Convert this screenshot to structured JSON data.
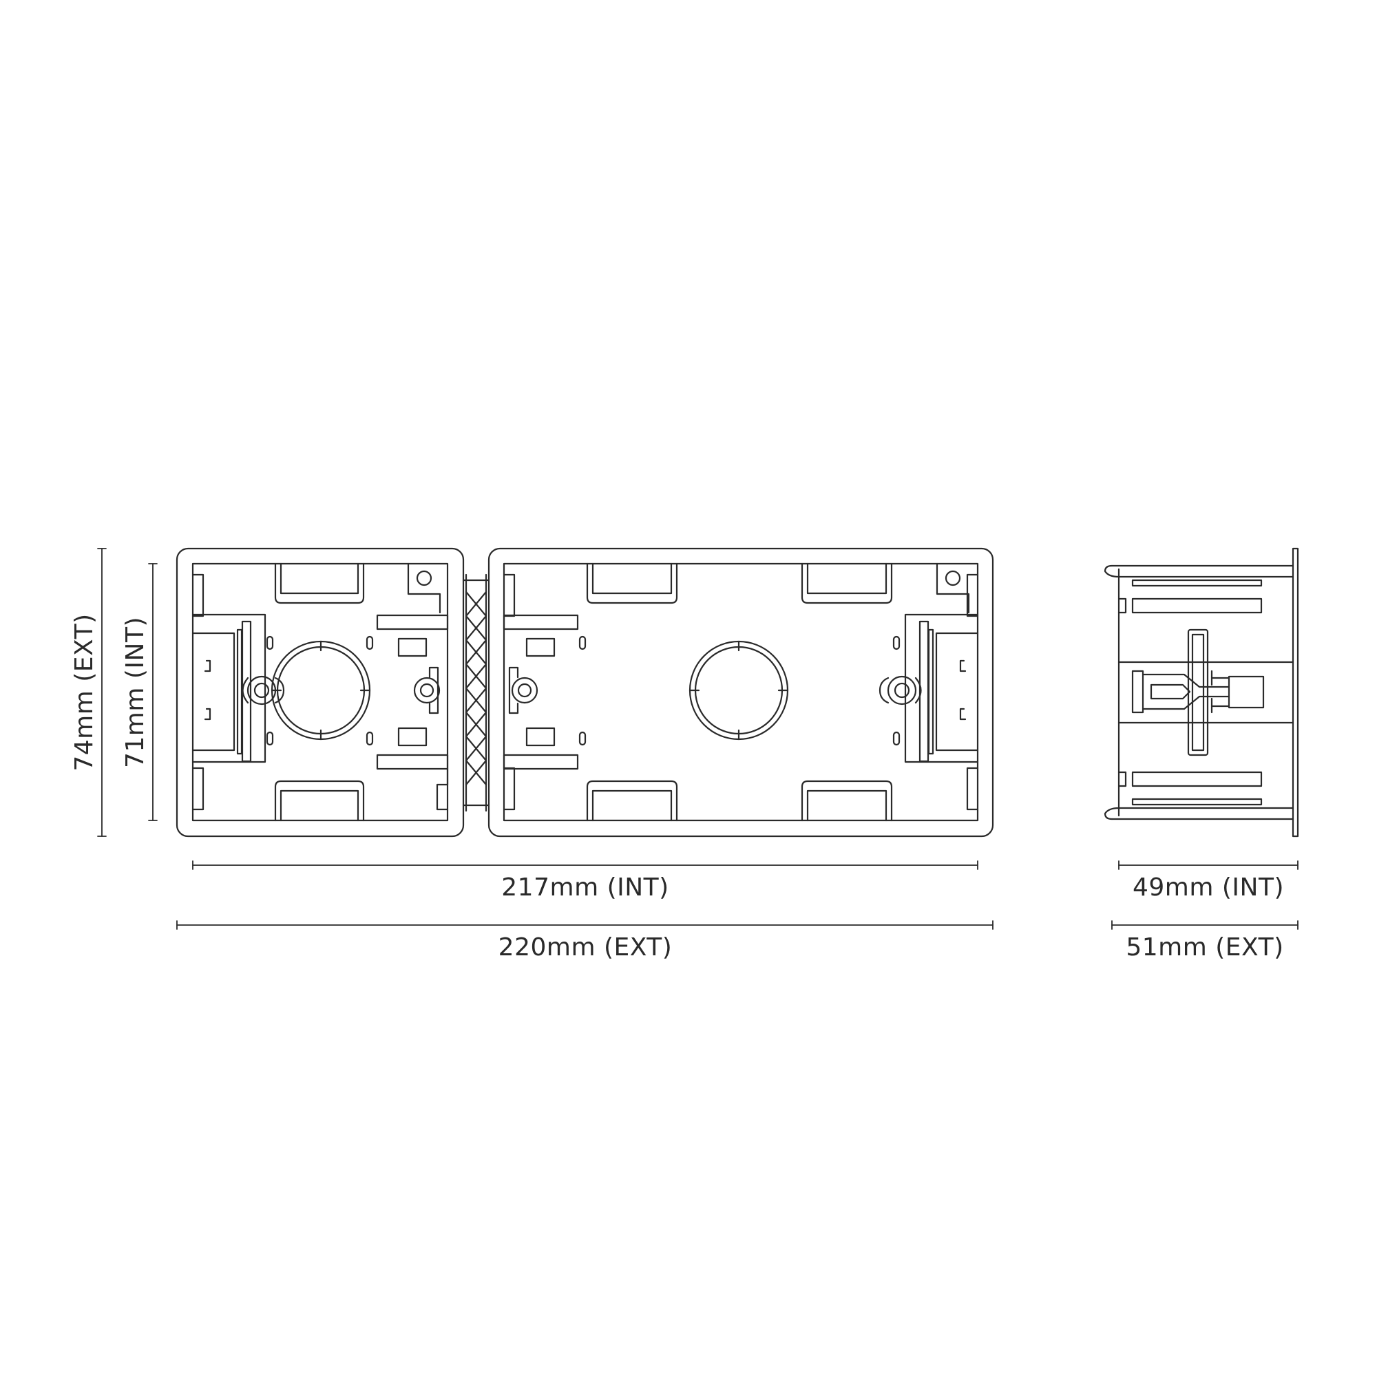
{
  "dimensions": {
    "height_ext": "74mm (EXT)",
    "height_int": "71mm (INT)",
    "width_int": "217mm (INT)",
    "width_ext": "220mm (EXT)",
    "depth_int": "49mm (INT)",
    "depth_ext": "51mm (EXT)"
  },
  "colors": {
    "line": "#2a2a2a",
    "background": "#ffffff"
  }
}
